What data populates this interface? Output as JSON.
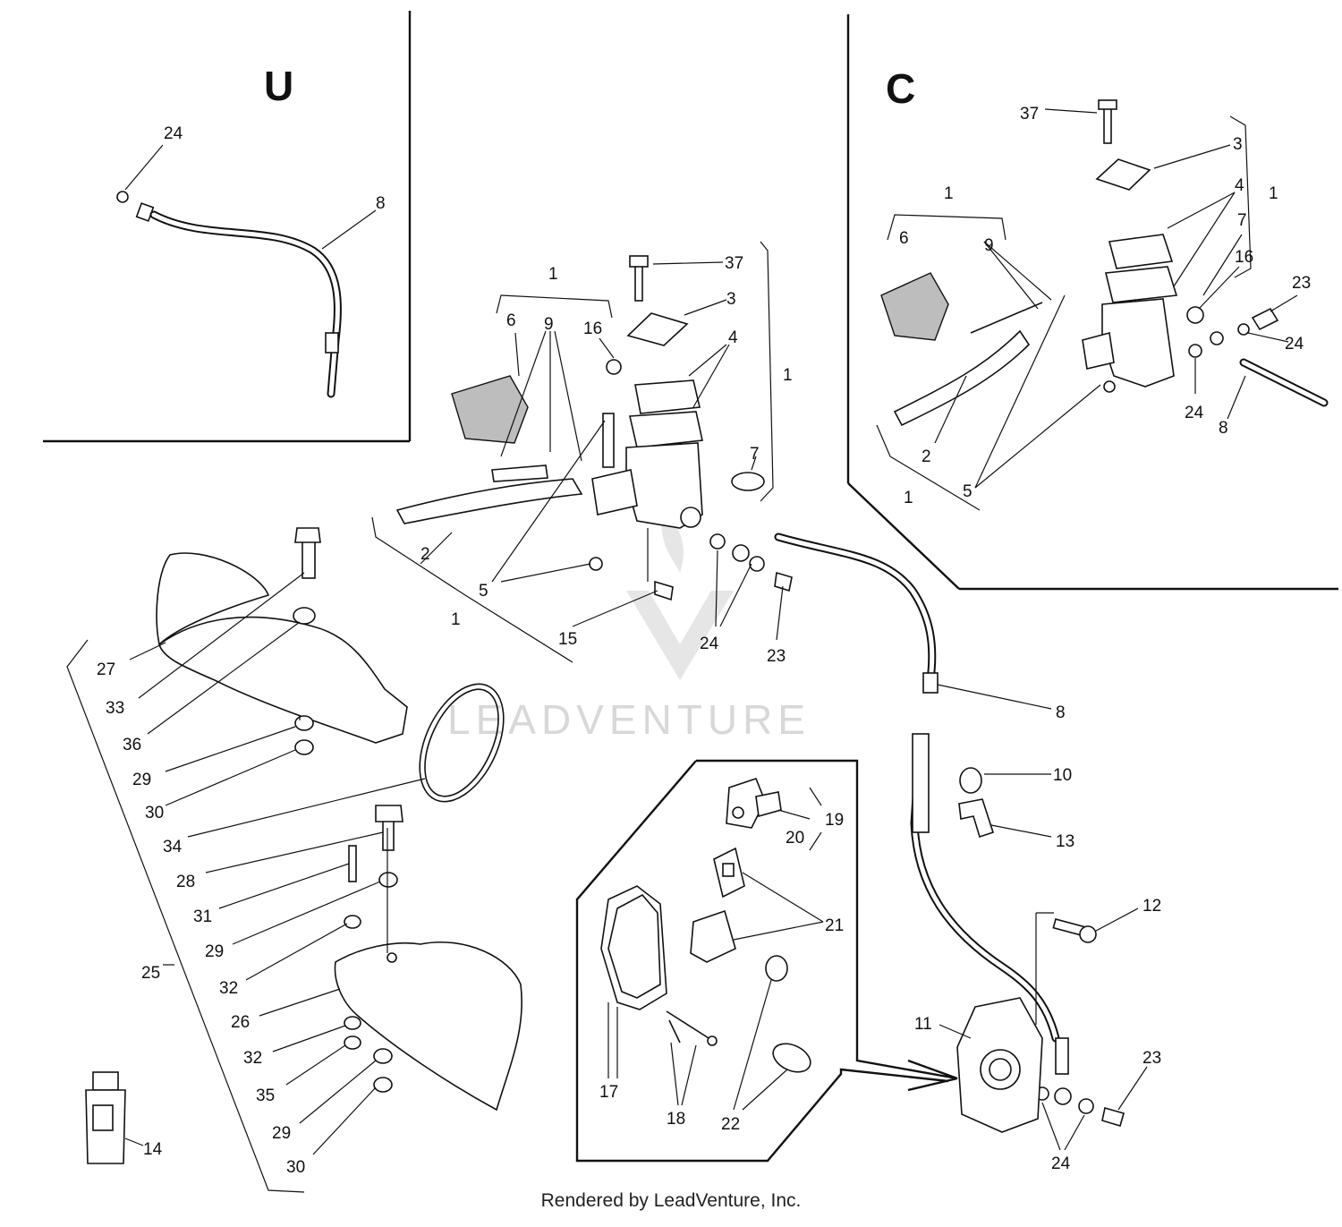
{
  "inset_labels": {
    "left": "U",
    "right": "C"
  },
  "watermark": "LEADVENTURE",
  "footer": "Rendered by LeadVenture, Inc.",
  "callouts": [
    {
      "id": "u24",
      "text": "24"
    },
    {
      "id": "u8",
      "text": "8"
    },
    {
      "id": "c37",
      "text": "37"
    },
    {
      "id": "c3",
      "text": "3"
    },
    {
      "id": "c4",
      "text": "4"
    },
    {
      "id": "c1r",
      "text": "1"
    },
    {
      "id": "c1t",
      "text": "1"
    },
    {
      "id": "c6",
      "text": "6"
    },
    {
      "id": "c9",
      "text": "9"
    },
    {
      "id": "c7",
      "text": "7"
    },
    {
      "id": "c16",
      "text": "16"
    },
    {
      "id": "c23",
      "text": "23"
    },
    {
      "id": "c24a",
      "text": "24"
    },
    {
      "id": "c24b",
      "text": "24"
    },
    {
      "id": "c8",
      "text": "8"
    },
    {
      "id": "c2",
      "text": "2"
    },
    {
      "id": "c1b",
      "text": "1"
    },
    {
      "id": "c5",
      "text": "5"
    },
    {
      "id": "m1t",
      "text": "1"
    },
    {
      "id": "m6",
      "text": "6"
    },
    {
      "id": "m9",
      "text": "9"
    },
    {
      "id": "m16",
      "text": "16"
    },
    {
      "id": "m37",
      "text": "37"
    },
    {
      "id": "m3",
      "text": "3"
    },
    {
      "id": "m4",
      "text": "4"
    },
    {
      "id": "m1r",
      "text": "1"
    },
    {
      "id": "m7",
      "text": "7"
    },
    {
      "id": "m2",
      "text": "2"
    },
    {
      "id": "m5",
      "text": "5"
    },
    {
      "id": "m1b",
      "text": "1"
    },
    {
      "id": "m15",
      "text": "15"
    },
    {
      "id": "m24",
      "text": "24"
    },
    {
      "id": "m23",
      "text": "23"
    },
    {
      "id": "m8",
      "text": "8"
    },
    {
      "id": "m10",
      "text": "10"
    },
    {
      "id": "m13",
      "text": "13"
    },
    {
      "id": "m12",
      "text": "12"
    },
    {
      "id": "m11",
      "text": "11"
    },
    {
      "id": "m23b",
      "text": "23"
    },
    {
      "id": "m24b",
      "text": "24"
    },
    {
      "id": "p19",
      "text": "19"
    },
    {
      "id": "p20",
      "text": "20"
    },
    {
      "id": "p21",
      "text": "21"
    },
    {
      "id": "p17",
      "text": "17"
    },
    {
      "id": "p18",
      "text": "18"
    },
    {
      "id": "p22",
      "text": "22"
    },
    {
      "id": "h27",
      "text": "27"
    },
    {
      "id": "h33",
      "text": "33"
    },
    {
      "id": "h36",
      "text": "36"
    },
    {
      "id": "h29a",
      "text": "29"
    },
    {
      "id": "h30a",
      "text": "30"
    },
    {
      "id": "h34",
      "text": "34"
    },
    {
      "id": "h28",
      "text": "28"
    },
    {
      "id": "h31",
      "text": "31"
    },
    {
      "id": "h29b",
      "text": "29"
    },
    {
      "id": "h32a",
      "text": "32"
    },
    {
      "id": "h25",
      "text": "25"
    },
    {
      "id": "h26",
      "text": "26"
    },
    {
      "id": "h32b",
      "text": "32"
    },
    {
      "id": "h35",
      "text": "35"
    },
    {
      "id": "h29c",
      "text": "29"
    },
    {
      "id": "h30b",
      "text": "30"
    },
    {
      "id": "b14",
      "text": "14"
    }
  ]
}
